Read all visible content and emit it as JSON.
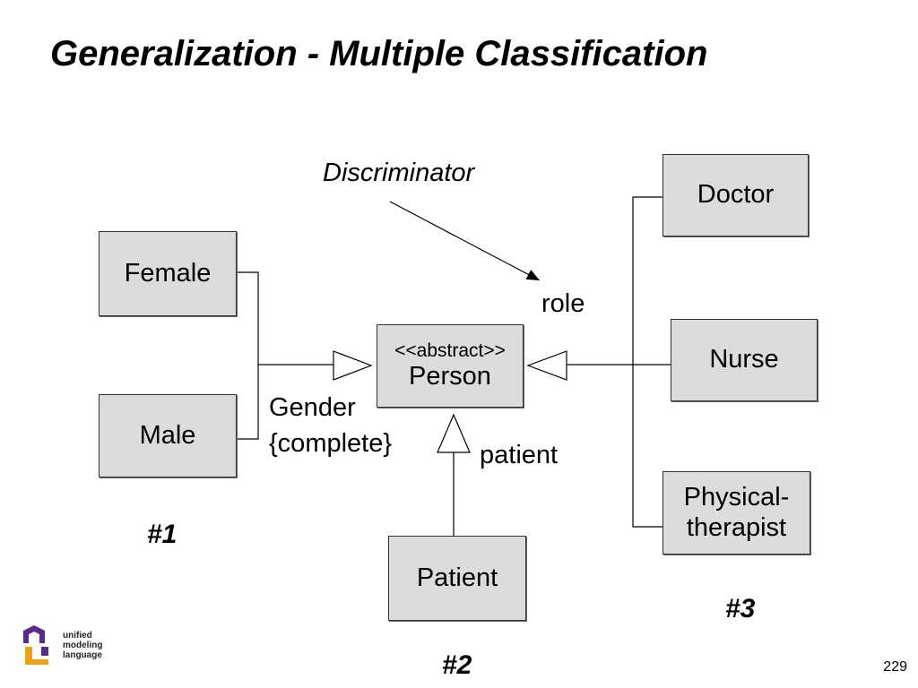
{
  "title": "Generalization - Multiple Classification",
  "classes": {
    "female": "Female",
    "male": "Male",
    "person_stereotype": "<<abstract>>",
    "person": "Person",
    "patient": "Patient",
    "doctor": "Doctor",
    "nurse": "Nurse",
    "physical_therapist_line1": "Physical-",
    "physical_therapist_line2": "therapist"
  },
  "labels": {
    "discriminator": "Discriminator",
    "role": "role",
    "gender": "Gender",
    "complete": "{complete}",
    "patient": "patient"
  },
  "markers": {
    "one": "#1",
    "two": "#2",
    "three": "#3"
  },
  "logo": {
    "line1": "unified",
    "line2": "modeling",
    "line3": "language"
  },
  "page_number": "229",
  "colors": {
    "box_fill": "#dcdcdc",
    "logo_purple": "#5b2a86",
    "logo_orange": "#e8a21a"
  }
}
